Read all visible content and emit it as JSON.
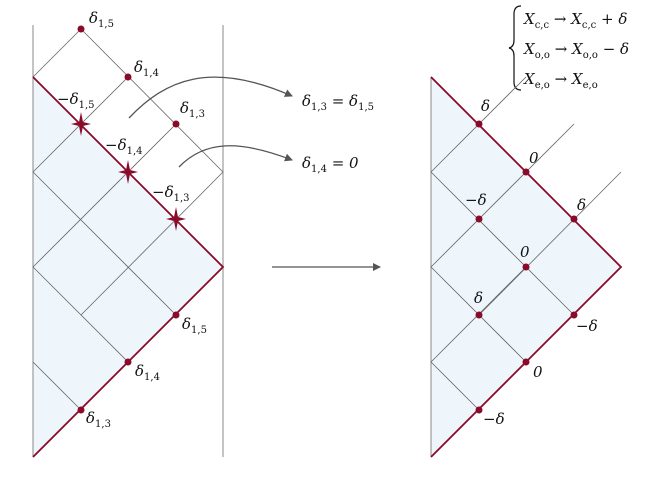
{
  "colors": {
    "accent": "#8b0a2a",
    "shade": "#eef5fb",
    "grid": "#666666",
    "arrow": "#555555"
  },
  "left": {
    "top_labels": [
      {
        "sym": "δ",
        "sub": "1,5"
      },
      {
        "sym": "δ",
        "sub": "1,4"
      },
      {
        "sym": "δ",
        "sub": "1,3"
      }
    ],
    "star_labels": [
      {
        "sym": "−δ",
        "sub": "1,5"
      },
      {
        "sym": "−δ",
        "sub": "1,4"
      },
      {
        "sym": "−δ",
        "sub": "1,3"
      }
    ],
    "bottom_labels": [
      {
        "sym": "δ",
        "sub": "1,5"
      },
      {
        "sym": "δ",
        "sub": "1,4"
      },
      {
        "sym": "δ",
        "sub": "1,3"
      }
    ]
  },
  "annotations": [
    {
      "lhs": "δ",
      "lhs_sub": "1,3",
      "rhs": " = δ",
      "rhs_sub": "1,5"
    },
    {
      "lhs": "δ",
      "lhs_sub": "1,4",
      "rhs": " = 0",
      "rhs_sub": ""
    }
  ],
  "rules": [
    {
      "a": "X",
      "a_sub": "c,c",
      "arrow": " → X",
      "b_sub": "c,c",
      "tail": " + δ"
    },
    {
      "a": "X",
      "a_sub": "o,o",
      "arrow": " → X",
      "b_sub": "o,o",
      "tail": " − δ"
    },
    {
      "a": "X",
      "a_sub": "e,o",
      "arrow": " → X",
      "b_sub": "e,o",
      "tail": ""
    }
  ],
  "right": {
    "labels": [
      "δ",
      "0",
      "δ",
      "−δ",
      "0",
      "δ",
      "−δ",
      "0",
      "−δ"
    ]
  }
}
